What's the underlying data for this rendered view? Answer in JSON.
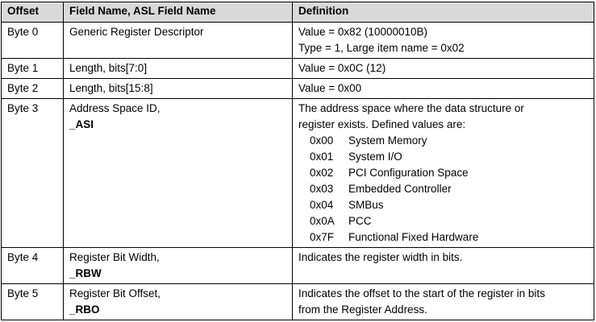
{
  "table": {
    "headers": [
      "Offset",
      "Field Name, ASL Field Name",
      "Definition"
    ],
    "rows": [
      {
        "offset": "Byte 0",
        "field": "Generic Register Descriptor",
        "asl": "",
        "definition": [
          "Value = 0x82 (10000010B)",
          "Type = 1, Large item name = 0x02"
        ]
      },
      {
        "offset": "Byte 1",
        "field": "Length, bits[7:0]",
        "asl": "",
        "definition": [
          "Value = 0x0C (12)"
        ]
      },
      {
        "offset": "Byte 2",
        "field": "Length, bits[15:8]",
        "asl": "",
        "definition": [
          "Value = 0x00"
        ]
      },
      {
        "offset": "Byte 3",
        "field": "Address Space ID,",
        "asl": "_ASI",
        "definition": [
          "The address space where the data structure or",
          "register exists. Defined values are:"
        ],
        "values": [
          {
            "code": "0x00",
            "name": "System Memory"
          },
          {
            "code": "0x01",
            "name": "System I/O"
          },
          {
            "code": "0x02",
            "name": "PCI Configuration Space"
          },
          {
            "code": "0x03",
            "name": "Embedded Controller"
          },
          {
            "code": "0x04",
            "name": "SMBus"
          },
          {
            "code": "0x0A",
            "name": "PCC"
          },
          {
            "code": "0x7F",
            "name": "Functional Fixed Hardware"
          }
        ]
      },
      {
        "offset": "Byte 4",
        "field": "Register Bit Width,",
        "asl": "_RBW",
        "definition": [
          "Indicates the register width in bits."
        ]
      },
      {
        "offset": "Byte 5",
        "field": "Register Bit Offset,",
        "asl": "_RBO",
        "definition": [
          "Indicates the offset to the start of the register in bits",
          "from the Register Address."
        ]
      }
    ]
  }
}
